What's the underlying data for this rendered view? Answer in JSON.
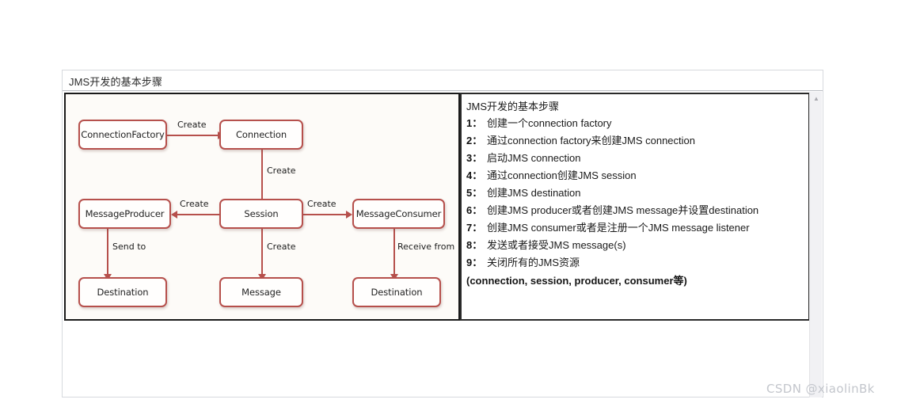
{
  "document": {
    "title": "JMS开发的基本步骤"
  },
  "diagram": {
    "nodes": [
      {
        "id": "connection-factory",
        "label": "ConnectionFactory"
      },
      {
        "id": "connection",
        "label": "Connection"
      },
      {
        "id": "message-producer",
        "label": "MessageProducer"
      },
      {
        "id": "session",
        "label": "Session"
      },
      {
        "id": "message-consumer",
        "label": "MessageConsumer"
      },
      {
        "id": "destination-left",
        "label": "Destination"
      },
      {
        "id": "message",
        "label": "Message"
      },
      {
        "id": "destination-right",
        "label": "Destination"
      }
    ],
    "edges": [
      {
        "id": "cf-to-connection",
        "label": "Create",
        "from": "connection-factory",
        "to": "connection"
      },
      {
        "id": "connection-to-session",
        "label": "Create",
        "from": "connection",
        "to": "session"
      },
      {
        "id": "session-to-producer",
        "label": "Create",
        "from": "session",
        "to": "message-producer"
      },
      {
        "id": "session-to-consumer",
        "label": "Create",
        "from": "session",
        "to": "message-consumer"
      },
      {
        "id": "producer-to-destination",
        "label": "Send to",
        "from": "message-producer",
        "to": "destination-left"
      },
      {
        "id": "session-to-message",
        "label": "Create",
        "from": "session",
        "to": "message"
      },
      {
        "id": "consumer-to-destination",
        "label": "Receive from",
        "from": "message-consumer",
        "to": "destination-right"
      }
    ],
    "colors": {
      "node_border": "#b6504c",
      "node_fill": "#fffefd",
      "edge": "#b6504c",
      "panel_background": "#fdfbf8"
    }
  },
  "steps_panel": {
    "heading": "JMS开发的基本步骤",
    "steps": [
      {
        "num": "1：",
        "text": "创建一个connection factory"
      },
      {
        "num": "2：",
        "text": "通过connection factory来创建JMS connection"
      },
      {
        "num": "3：",
        "text": "启动JMS connection"
      },
      {
        "num": "4：",
        "text": "通过connection创建JMS session"
      },
      {
        "num": "5：",
        "text": "创建JMS destination"
      },
      {
        "num": "6：",
        "text": "创建JMS producer或者创建JMS message并设置destination"
      },
      {
        "num": "7：",
        "text": "创建JMS consumer或者是注册一个JMS message listener"
      },
      {
        "num": "8：",
        "text": "发送或者接受JMS message(s)"
      },
      {
        "num": "9：",
        "text": "关闭所有的JMS资源"
      }
    ],
    "footer": "(connection, session, producer, consumer等)"
  },
  "scrollbar": {
    "up_arrow_glyph": "▲"
  },
  "watermark": {
    "text": "CSDN @xiaolinBk"
  }
}
